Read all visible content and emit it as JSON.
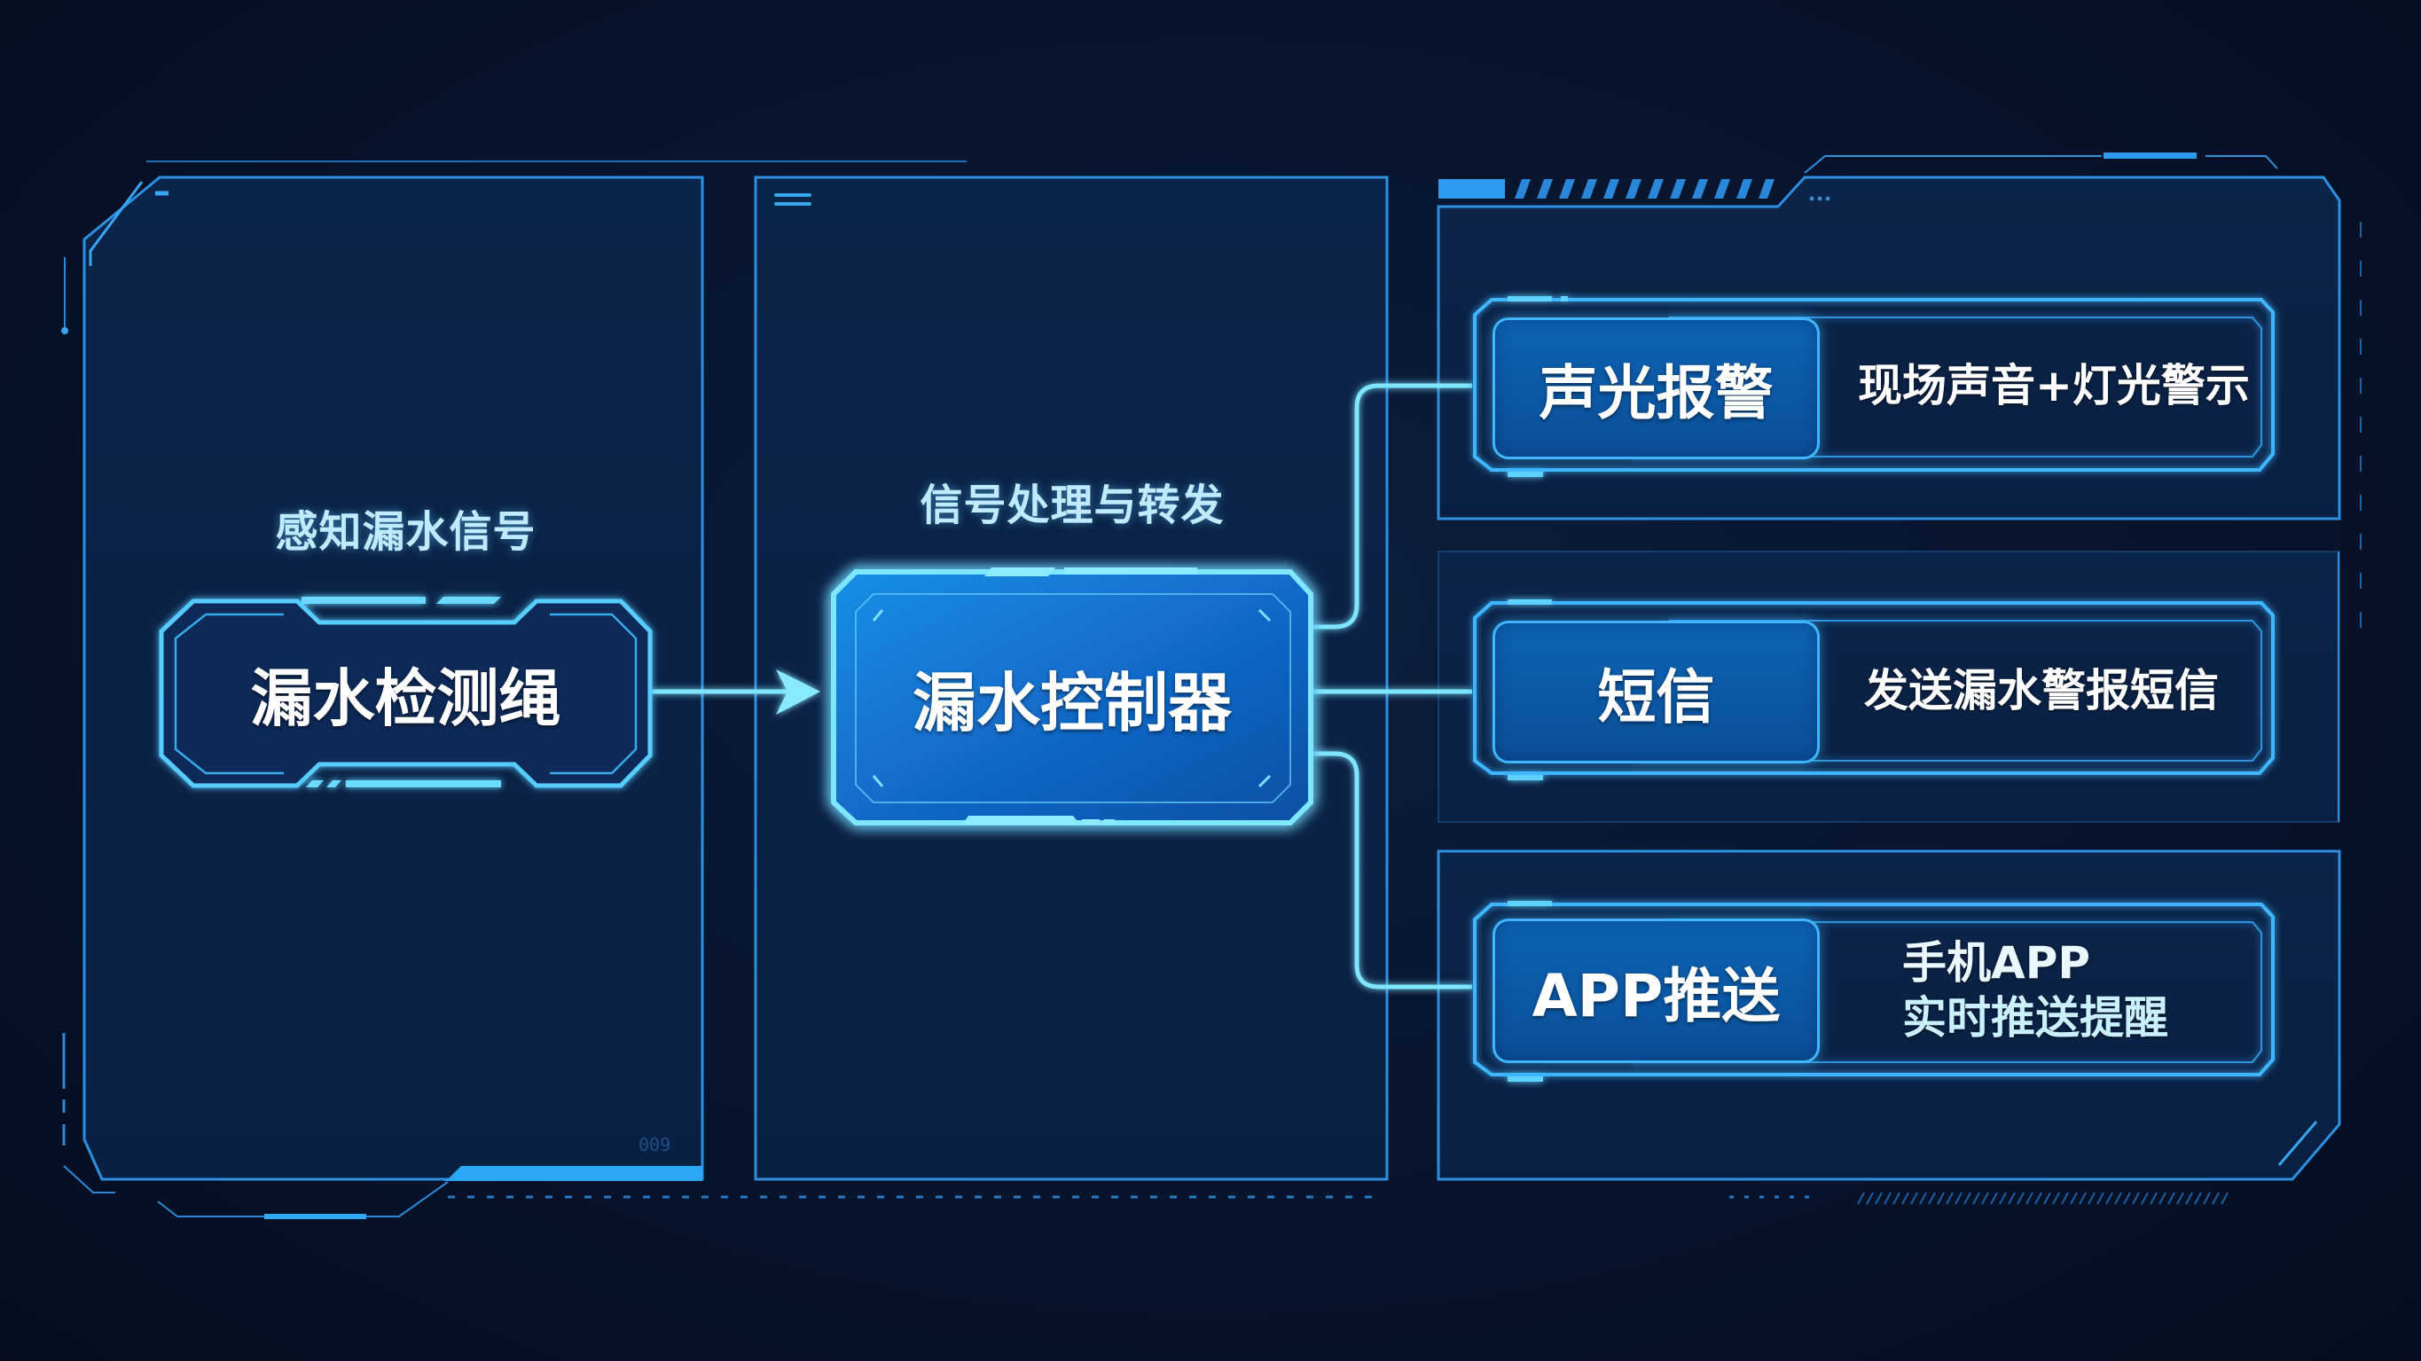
{
  "diagram": {
    "type": "flow",
    "theme_colors": {
      "background": "#060f22",
      "panel": "#0b2347",
      "border_glow": "#3fb6ff",
      "connector": "#7fe6ff",
      "controller_fill": "#1273d4",
      "card_fill": "#0d5aa8",
      "text_primary": "#ffffff",
      "text_label": "#bfeaff"
    },
    "stages": [
      {
        "id": "sense",
        "label": "感知漏水信号",
        "node": "漏水检测绳"
      },
      {
        "id": "process",
        "label": "信号处理与转发",
        "node": "漏水控制器"
      }
    ],
    "outputs": [
      {
        "title": "声光报警",
        "description": "现场声音+灯光警示"
      },
      {
        "title": "短信",
        "description": "发送漏水警报短信"
      },
      {
        "title": "APP推送",
        "description_line1": "手机APP",
        "description_line2": "实时推送提醒"
      }
    ],
    "edges": [
      {
        "from": "漏水检测绳",
        "to": "漏水控制器",
        "style": "arrow"
      },
      {
        "from": "漏水控制器",
        "to": "声光报警",
        "style": "branch"
      },
      {
        "from": "漏水控制器",
        "to": "短信",
        "style": "branch"
      },
      {
        "from": "漏水控制器",
        "to": "APP推送",
        "style": "branch"
      }
    ],
    "decor": {
      "panel_footer_code": "009"
    }
  }
}
